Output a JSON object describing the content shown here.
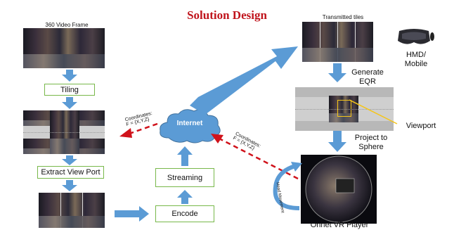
{
  "title": "Solution Design",
  "labels": {
    "video_frame": "360 Video Frame",
    "transmitted_tiles": "Transmitted tiles",
    "hmd": "HMD/\nMobile",
    "generate_eqr": "Generate\nEQR",
    "viewport": "Viewport",
    "project_sphere": "Project to\nSphere",
    "player": "Onnet VR Player",
    "internet": "Internet",
    "coords_left": "Coordinates:\nF = {X,Y,Z}",
    "coords_right": "Coordinates:\nF = {X,Y,Z}",
    "head_movement": "Head Movement"
  },
  "boxes": {
    "tiling": "Tiling",
    "extract": "Extract View Port",
    "streaming": "Streaming",
    "encode": "Encode"
  },
  "colors": {
    "arrow": "#5b9bd5",
    "box_border": "#78b84a",
    "dashed": "#d0121b",
    "title": "#c0141c",
    "highlight": "#f5c518"
  }
}
